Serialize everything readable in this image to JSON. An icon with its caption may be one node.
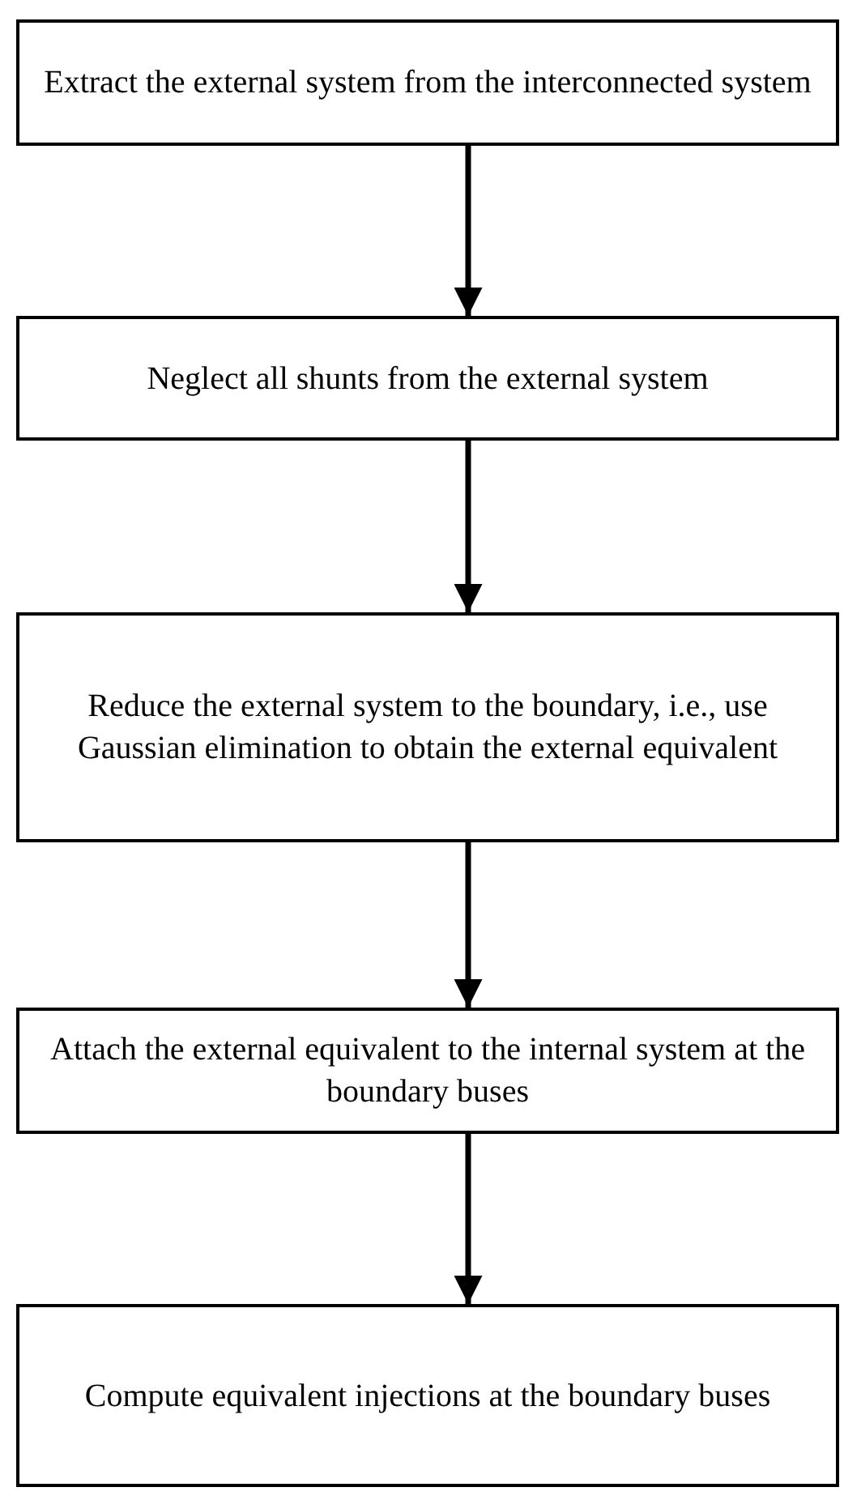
{
  "diagram": {
    "nodes": [
      {
        "text": [
          "Extract the external system from the interconnected system"
        ]
      },
      {
        "text": [
          "Neglect all shunts from the external system"
        ]
      },
      {
        "text": [
          "Reduce the external system to the boundary, i.e., use Gaussian elimination to obtain the external equivalent"
        ]
      },
      {
        "text": [
          "Attach the external equivalent to the internal system at the boundary buses"
        ]
      },
      {
        "text": [
          "Compute equivalent injections at the boundary buses"
        ]
      }
    ],
    "edges": [
      {
        "from": 0,
        "to": 1,
        "arrow": "to"
      },
      {
        "from": 1,
        "to": 2,
        "arrow": "to"
      },
      {
        "from": 2,
        "to": 3,
        "arrow": "to"
      },
      {
        "from": 3,
        "to": 4,
        "arrow": "to"
      }
    ]
  }
}
